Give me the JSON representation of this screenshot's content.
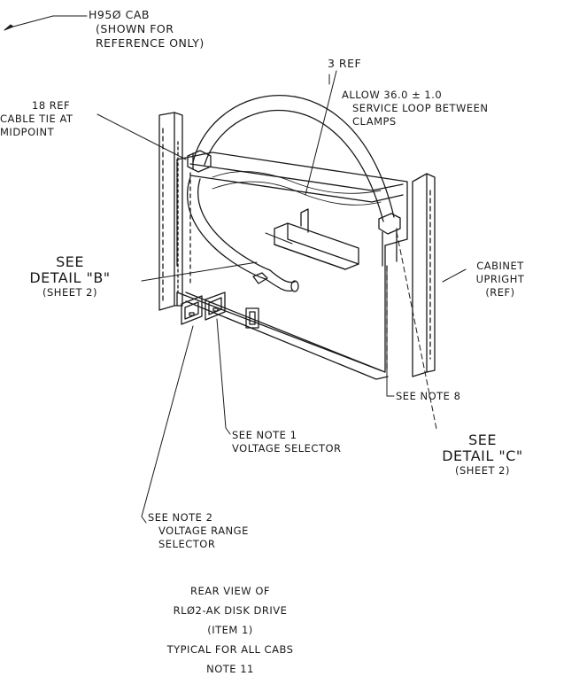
{
  "labels": {
    "cab": [
      "H95Ø CAB",
      "(SHOWN FOR",
      "REFERENCE ONLY)"
    ],
    "ref3": "3 REF",
    "service_loop": [
      "ALLOW 36.0 ± 1.0",
      "SERVICE LOOP BETWEEN",
      "CLAMPS"
    ],
    "cable_tie": [
      "18  REF",
      "CABLE TIE AT",
      "MIDPOINT"
    ],
    "detail_b": [
      "SEE",
      "DETAIL \"B\"",
      "(SHEET 2)"
    ],
    "cabinet_upright": [
      "CABINET",
      "UPRIGHT",
      "(REF)"
    ],
    "note8": "SEE NOTE 8",
    "note1": [
      "SEE NOTE 1",
      "VOLTAGE SELECTOR"
    ],
    "detail_c": [
      "SEE",
      "DETAIL \"C\"",
      "(SHEET 2)"
    ],
    "note2": [
      "SEE NOTE 2",
      "VOLTAGE RANGE",
      "SELECTOR"
    ],
    "caption": [
      "REAR VIEW OF",
      "RLØ2-AK DISK DRIVE",
      "(ITEM 1)",
      "TYPICAL FOR ALL CABS",
      "NOTE 11"
    ]
  },
  "colors": {
    "ink": "#1a1a1a",
    "paper": "#ffffff"
  }
}
